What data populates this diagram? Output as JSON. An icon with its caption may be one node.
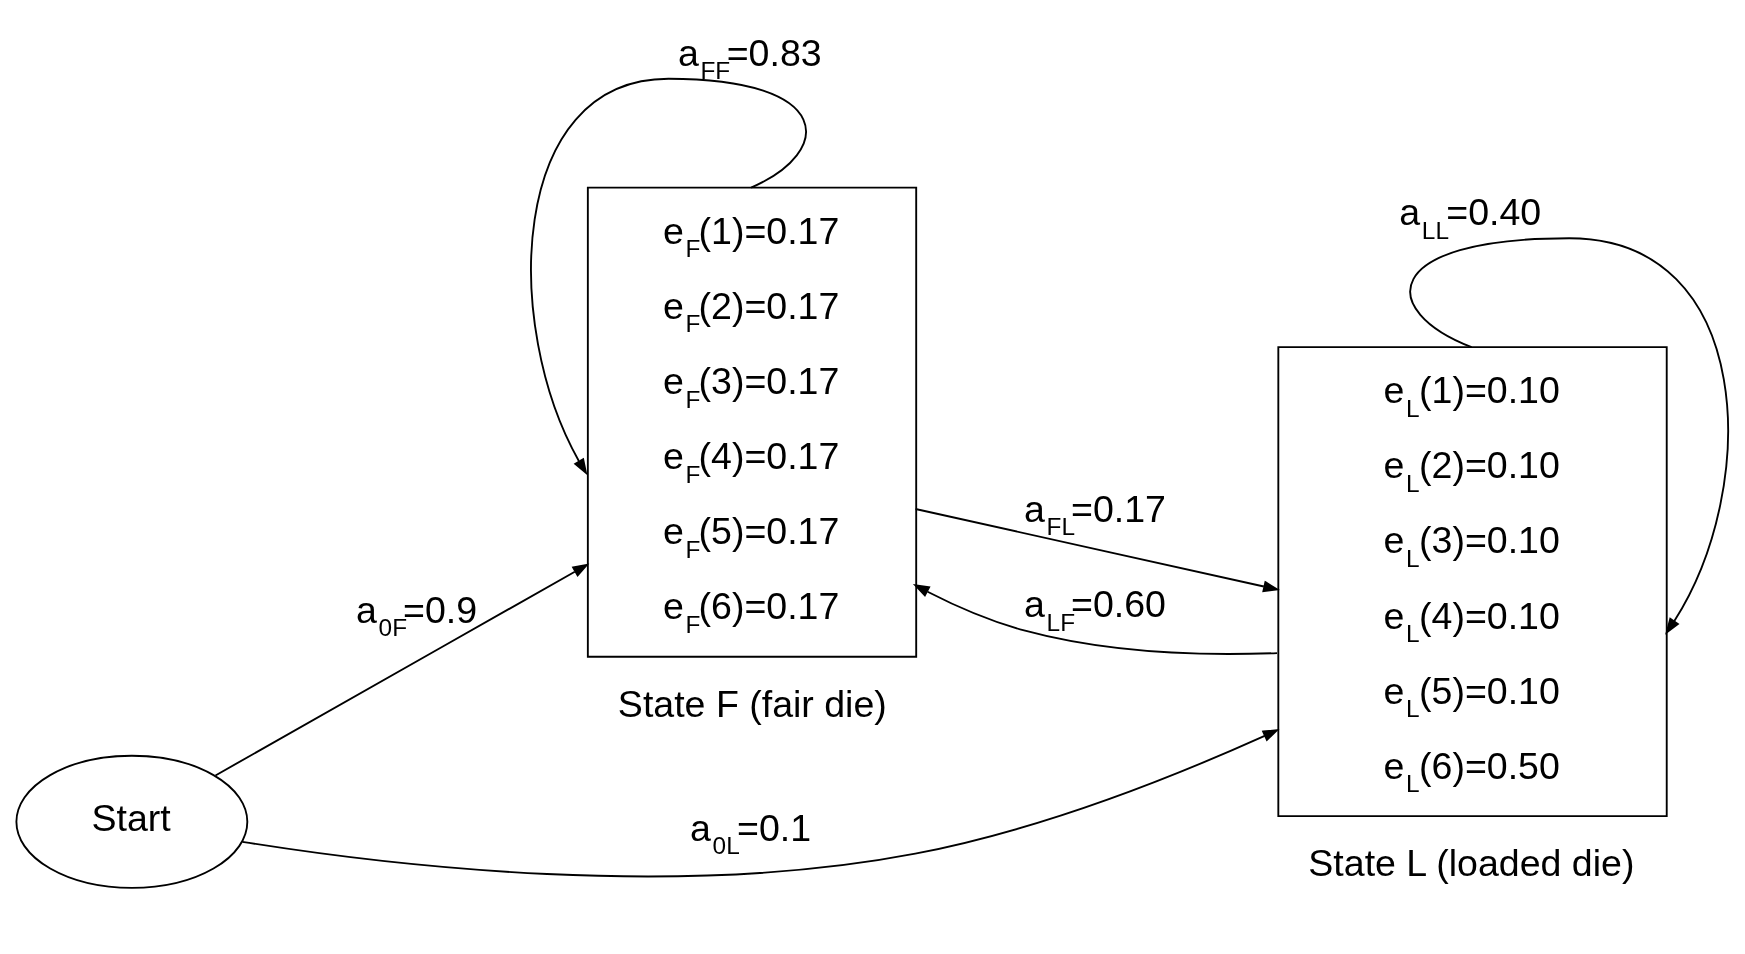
{
  "diagram": {
    "nodes": [
      {
        "text": [
          "Start"
        ]
      },
      {
        "text": [
          "e$_{F}$(1)=0.17",
          "e$_{F}$(2)=0.17",
          "e$_{F}$(3)=0.17",
          "e$_{F}$(4)=0.17",
          "e$_{F}$(5)=0.17",
          "e$_{F}$(6)=0.17"
        ],
        "beside": [
          "State F (fair die)"
        ]
      },
      {
        "text": [
          "e$_{L}$(1)=0.10",
          "e$_{L}$(2)=0.10",
          "e$_{L}$(3)=0.10",
          "e$_{L}$(4)=0.10",
          "e$_{L}$(5)=0.10",
          "e$_{L}$(6)=0.50"
        ],
        "beside": [
          "State L (loaded die)"
        ]
      }
    ],
    "edges": [
      {
        "from": 1,
        "to": 1,
        "arrow": "to",
        "label": "a$_{FF}$=0.83"
      },
      {
        "from": 2,
        "to": 2,
        "arrow": "to",
        "label": "a$_{LL}$=0.40"
      },
      {
        "from": 1,
        "to": 2,
        "arrow": "to",
        "label": "a$_{FL}$=0.17"
      },
      {
        "from": 2,
        "to": 1,
        "arrow": "to",
        "label": "a$_{LF}$=0.60"
      },
      {
        "from": 0,
        "to": 1,
        "arrow": "to",
        "label": "a$_{0F}$=0.9"
      },
      {
        "from": 0,
        "to": 2,
        "arrow": "to",
        "label": "a$_{0L}$=0.1"
      }
    ]
  }
}
